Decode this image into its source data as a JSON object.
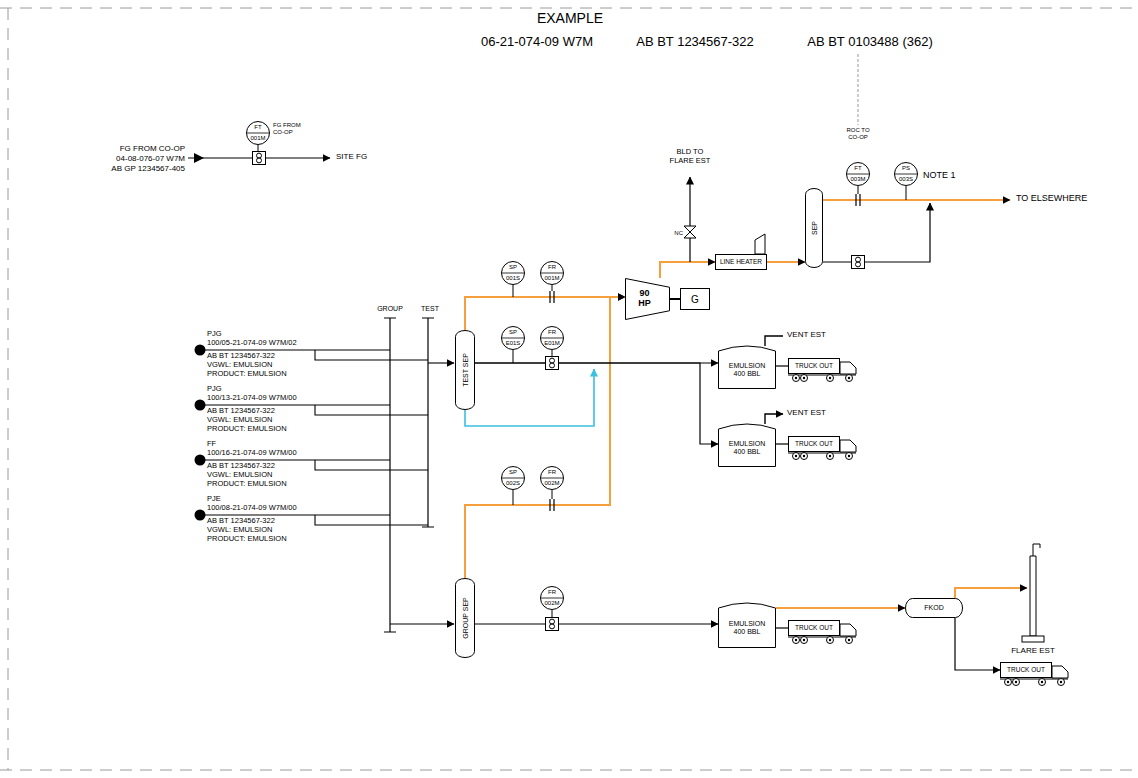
{
  "diagram": {
    "nodes": [
      {
        "text": [
          "FT",
          "001M"
        ]
      },
      {
        "text": [
          "FT",
          "003M"
        ]
      },
      {
        "text": [
          "PS",
          "003S"
        ]
      },
      {
        "text": [
          "90 HP"
        ]
      },
      {
        "text": [
          "G"
        ]
      },
      {
        "text": [
          "LINE HEATER"
        ]
      },
      {
        "text": [
          "SEP"
        ]
      },
      {
        "text": [
          "SP",
          "001S"
        ]
      },
      {
        "text": [
          "FR",
          "001M"
        ]
      },
      {
        "text": [
          "TEST SEP"
        ]
      },
      {
        "text": [
          "SP",
          "E01S"
        ]
      },
      {
        "text": [
          "FR",
          "E01M"
        ]
      },
      {
        "text": [
          "EMULSION 400 BBL"
        ]
      },
      {
        "text": [
          "TRUCK OUT"
        ]
      },
      {
        "text": [
          "EMULSION 400 BBL"
        ]
      },
      {
        "text": [
          "TRUCK OUT"
        ]
      },
      {
        "text": [
          "SP",
          "002S"
        ]
      },
      {
        "text": [
          "FR",
          "002M"
        ]
      },
      {
        "text": [
          "GROUP SEP"
        ]
      },
      {
        "text": [
          "FR",
          "002M"
        ]
      },
      {
        "text": [
          "EMULSION 400 BBL"
        ]
      },
      {
        "text": [
          "TRUCK OUT"
        ]
      },
      {
        "text": [
          "FKOD"
        ]
      },
      {
        "text": [
          "TRUCK OUT"
        ]
      }
    ],
    "edges": [
      {
        "from": 9,
        "to": 3,
        "arrow": "to"
      },
      {
        "from": 18,
        "to": 3,
        "arrow": "to"
      },
      {
        "from": 3,
        "to": 4,
        "arrow": "none"
      },
      {
        "from": 3,
        "to": 5,
        "arrow": "to"
      },
      {
        "from": 5,
        "to": 6,
        "arrow": "to"
      },
      {
        "from": 9,
        "to": 12,
        "arrow": "to"
      },
      {
        "from": 9,
        "to": 14,
        "arrow": "to"
      },
      {
        "from": 12,
        "to": 13,
        "arrow": "none"
      },
      {
        "from": 14,
        "to": 15,
        "arrow": "none"
      },
      {
        "from": 18,
        "to": 20,
        "arrow": "to"
      },
      {
        "from": 20,
        "to": 21,
        "arrow": "none"
      },
      {
        "from": 20,
        "to": 22,
        "arrow": "to"
      },
      {
        "from": 22,
        "to": 23,
        "arrow": "to"
      }
    ],
    "labels": [
      "EXAMPLE",
      "06-21-074-09 W7M",
      "AB BT 1234567-322",
      "AB BT 0103488 (362)",
      "FG FROM CO-OP",
      "04-08-076-07 W7M",
      "AB GP 1234567-405",
      "FG FROM CO-OP",
      "SITE FG",
      "ROC TO CO-OP",
      "NOTE 1",
      "TO ELSEWHERE",
      "BLD TO FLARE EST",
      "NC",
      "GROUP",
      "TEST",
      "PJG",
      "100/05-21-074-09 W7M/02",
      "AB BT 1234567-322",
      "VGWL: EMULSION",
      "PRODUCT: EMULSION",
      "PJG",
      "100/13-21-074-09 W7M/00",
      "AB BT 1234567-322",
      "VGWL: EMULSION",
      "PRODUCT: EMULSION",
      "FF",
      "100/16-21-074-09 W7M/00",
      "AB BT 1234567-322",
      "VGWL: EMULSION",
      "PRODUCT: EMULSION",
      "PJE",
      "100/08-21-074-09 W7M/00",
      "AB BT 1234567-322",
      "VGWL: EMULSION",
      "PRODUCT: EMULSION",
      "VENT EST",
      "VENT EST",
      "FLARE EST"
    ]
  }
}
